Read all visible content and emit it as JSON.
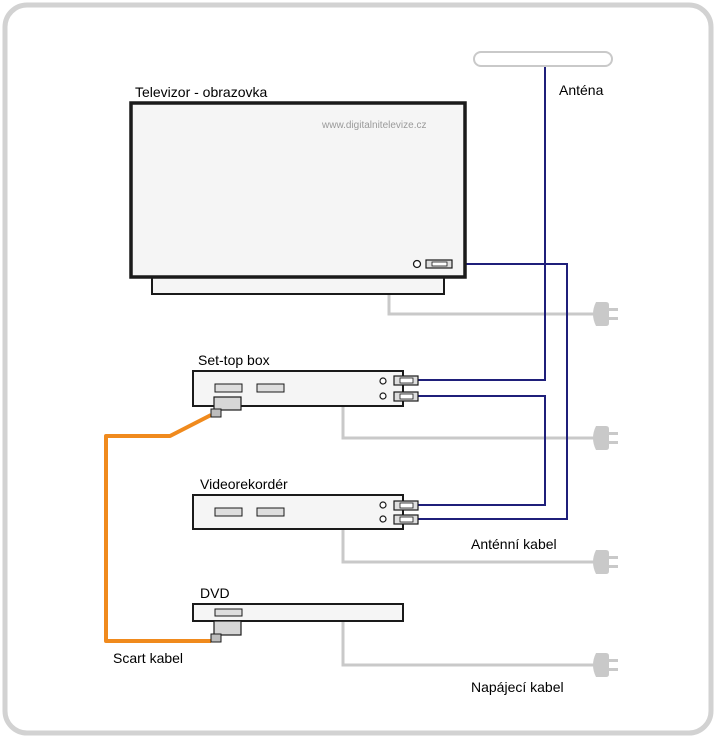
{
  "labels": {
    "tv": "Televizor - obrazovka",
    "watermark": "www.digitalnitelevize.cz",
    "antenna": "Anténa",
    "settop": "Set-top box",
    "vcr": "Videorekordér",
    "dvd": "DVD",
    "antenna_cable": "Anténní kabel",
    "scart_cable": "Scart kabel",
    "power_cable": "Napájecí kabel"
  },
  "colors": {
    "frame": "#d2d2d2",
    "antenna_cable": "#1f1f7a",
    "power_cable": "#c9c9c9",
    "scart_cable": "#f08a1d",
    "device_fill": "#f5f5f5",
    "device_stroke": "#1a1a1a"
  }
}
